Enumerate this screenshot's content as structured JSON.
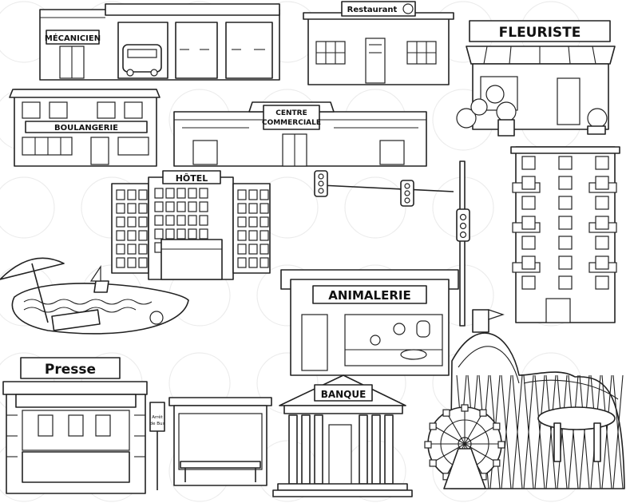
{
  "labels": {
    "mecanicien": "MÉCANICIEN",
    "restaurant": "Restaurant",
    "fleuriste": "FLEURISTE",
    "boulangerie": "BOULANGERIE",
    "centre_commercial_1": "CENTRE",
    "centre_commercial_2": "COMMERCIALE",
    "hotel": "HÔTEL",
    "animalerie": "ANIMALERIE",
    "presse": "Presse",
    "banque": "BANQUE",
    "arret_1": "Arrêt",
    "arret_2": "de Bus"
  }
}
